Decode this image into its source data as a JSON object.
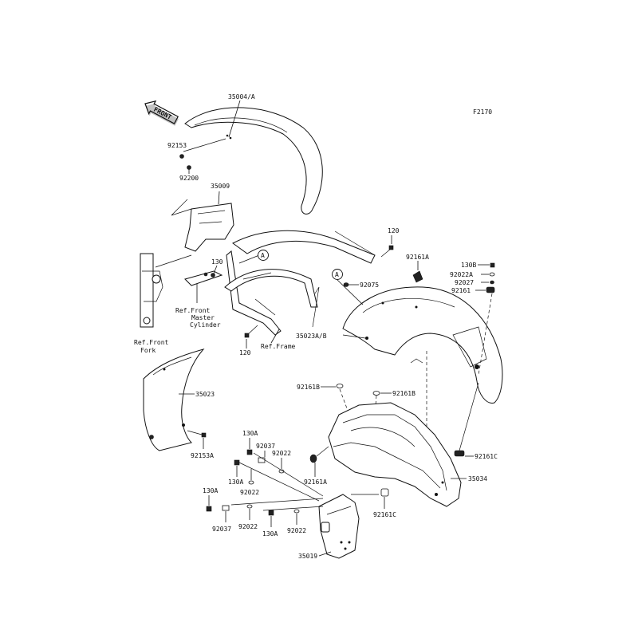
{
  "diagram": {
    "code": "F2170",
    "front_arrow_text": "FRONT",
    "refs": {
      "front_fork": [
        "Ref.Front",
        "Fork"
      ],
      "front_master_cylinder": [
        "Ref.Front",
        "Master",
        "Cylinder"
      ],
      "frame": "Ref.Frame"
    },
    "callout_letter": "A",
    "labels": {
      "p35004A": "35004/A",
      "p92153": "92153",
      "p92200": "92200",
      "p35009": "35009",
      "p130": "130",
      "p120_top": "120",
      "p120_bottom": "120",
      "p92161A_top": "92161A",
      "p130B": "130B",
      "p92022A": "92022A",
      "p92027": "92027",
      "p92161": "92161",
      "p92075": "92075",
      "p35023AB": "35023A/B",
      "p35023": "35023",
      "p92153A": "92153A",
      "p92161B_left": "92161B",
      "p92161B_right": "92161B",
      "p92161C_right": "92161C",
      "p35034": "35034",
      "p92161A_bottom": "92161A",
      "p92161C_bottom": "92161C",
      "p130A_1": "130A",
      "p92037_1": "92037",
      "p92022_1": "92022",
      "p130A_2": "130A",
      "p92022_2": "92022",
      "p130A_3": "130A",
      "p92037_2": "92037",
      "p92022_3": "92022",
      "p130A_4": "130A",
      "p92022_4": "92022",
      "p35019": "35019"
    }
  }
}
